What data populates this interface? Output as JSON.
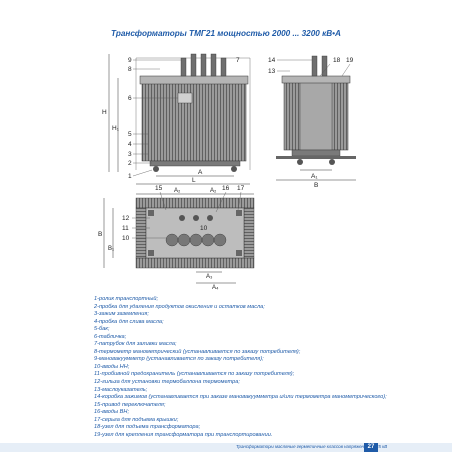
{
  "title": "Трансформаторы ТМГ21 мощностью 2000 ... 3200 кВ•А",
  "front_view": {
    "callouts": [
      "9",
      "8",
      "7",
      "6",
      "5",
      "4",
      "3",
      "2",
      "1"
    ],
    "dim_labels": {
      "h": "H",
      "h1": "H₁",
      "l": "L",
      "a": "A"
    }
  },
  "side_view": {
    "callouts": [
      "14",
      "13",
      "18",
      "19"
    ],
    "dim_labels": {
      "b": "B",
      "a1": "A₁"
    }
  },
  "top_view": {
    "callouts": [
      "15",
      "16",
      "17",
      "12",
      "11",
      "10",
      "10"
    ],
    "dim_labels": {
      "a2_left": "A₂",
      "a2_right": "A₂",
      "b": "B",
      "b1": "B₁",
      "a3": "A₃",
      "a4": "A₄"
    }
  },
  "legend": [
    "1-ролик транспортный;",
    "2-пробка для удаления продуктов окисления и остатков масла;",
    "3-зажим заземления;",
    "4-пробка для слива масла;",
    "5-бак;",
    "6-табличка;",
    "7-патрубок для заливки масла;",
    "8-термометр манометрический (устанавливается по заказу потребителя);",
    "9-мановакуумметр (устанавливается по заказу потребителя);",
    "10-вводы НН;",
    "11-пробивной предохранитель (устанавливается по заказу потребителя);",
    "12-гильза для установки термобаллона термометра;",
    "13-маслоуказатель;",
    "14-коробка зажимов (устанавливается при заказе мановакуумметра и/или термометра манометрического);",
    "15-привод переключателя;",
    "16-вводы ВН;",
    "17-серьга для подъема крышки;",
    "18-узел для подъема трансформатора;",
    "19-узел для крепления трансформатора при транспортировании."
  ],
  "footer": {
    "text": "Трансформаторы масляные герметичные классов напряжения до 35 кВ",
    "page": "27"
  },
  "colors": {
    "accent": "#1f5ba8",
    "metal": "#8a8a8a"
  }
}
